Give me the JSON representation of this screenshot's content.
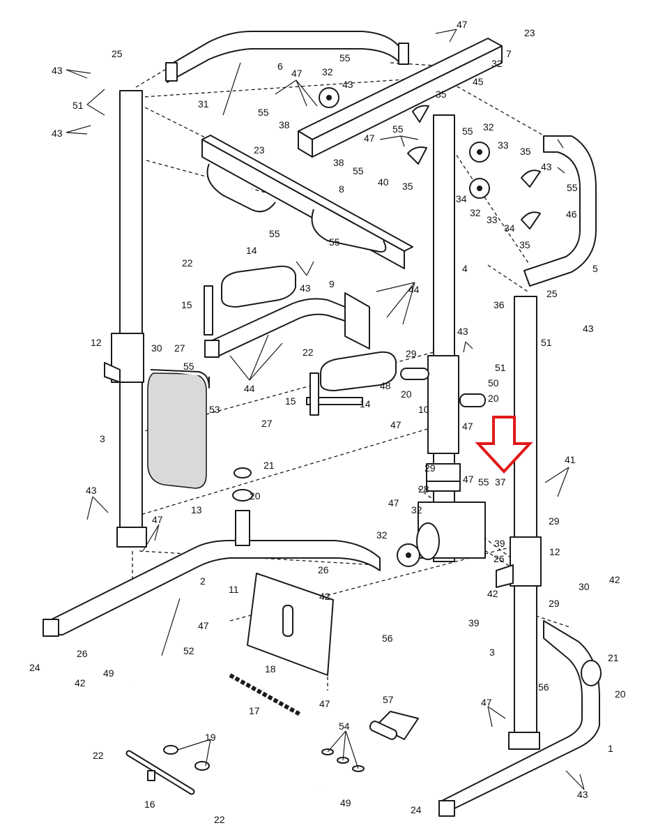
{
  "diagram": {
    "labels": [
      "1",
      "2",
      "3",
      "4",
      "5",
      "6",
      "7",
      "8",
      "9",
      "10",
      "11",
      "12",
      "13",
      "14",
      "15",
      "16",
      "17",
      "18",
      "19",
      "20",
      "21",
      "22",
      "23",
      "24",
      "25",
      "26",
      "27",
      "28",
      "29",
      "30",
      "31",
      "32",
      "33",
      "34",
      "35",
      "36",
      "37",
      "38",
      "39",
      "40",
      "41",
      "42",
      "43",
      "44",
      "45",
      "46",
      "47",
      "48",
      "49",
      "50",
      "51",
      "52",
      "53",
      "54",
      "55",
      "56",
      "57"
    ],
    "callouts": [
      {
        "text": "47"
      },
      {
        "text": "23"
      },
      {
        "text": "7"
      },
      {
        "text": "32"
      },
      {
        "text": "6"
      },
      {
        "text": "55"
      },
      {
        "text": "43"
      },
      {
        "text": "47"
      },
      {
        "text": "32"
      },
      {
        "text": "25"
      },
      {
        "text": "43"
      },
      {
        "text": "51"
      },
      {
        "text": "43"
      },
      {
        "text": "31"
      },
      {
        "text": "55"
      },
      {
        "text": "38"
      },
      {
        "text": "35"
      },
      {
        "text": "45"
      },
      {
        "text": "55"
      },
      {
        "text": "47"
      },
      {
        "text": "55"
      },
      {
        "text": "32"
      },
      {
        "text": "33"
      },
      {
        "text": "35"
      },
      {
        "text": "43"
      },
      {
        "text": "55"
      },
      {
        "text": "23"
      },
      {
        "text": "38"
      },
      {
        "text": "55"
      },
      {
        "text": "40"
      },
      {
        "text": "35"
      },
      {
        "text": "34"
      },
      {
        "text": "32"
      },
      {
        "text": "33"
      },
      {
        "text": "34"
      },
      {
        "text": "46"
      },
      {
        "text": "35"
      },
      {
        "text": "8"
      },
      {
        "text": "55"
      },
      {
        "text": "55"
      },
      {
        "text": "5"
      },
      {
        "text": "14"
      },
      {
        "text": "22"
      },
      {
        "text": "4"
      },
      {
        "text": "15"
      },
      {
        "text": "43"
      },
      {
        "text": "9"
      },
      {
        "text": "44"
      },
      {
        "text": "25"
      },
      {
        "text": "36"
      },
      {
        "text": "43"
      },
      {
        "text": "12"
      },
      {
        "text": "30"
      },
      {
        "text": "27"
      },
      {
        "text": "51"
      },
      {
        "text": "43"
      },
      {
        "text": "29"
      },
      {
        "text": "51"
      },
      {
        "text": "55"
      },
      {
        "text": "22"
      },
      {
        "text": "50"
      },
      {
        "text": "44"
      },
      {
        "text": "53"
      },
      {
        "text": "48"
      },
      {
        "text": "20"
      },
      {
        "text": "20"
      },
      {
        "text": "15"
      },
      {
        "text": "14"
      },
      {
        "text": "10"
      },
      {
        "text": "27"
      },
      {
        "text": "47"
      },
      {
        "text": "47"
      },
      {
        "text": "3"
      },
      {
        "text": "29"
      },
      {
        "text": "41"
      },
      {
        "text": "21"
      },
      {
        "text": "28"
      },
      {
        "text": "55"
      },
      {
        "text": "37"
      },
      {
        "text": "47"
      },
      {
        "text": "13"
      },
      {
        "text": "20"
      },
      {
        "text": "43"
      },
      {
        "text": "47"
      },
      {
        "text": "32"
      },
      {
        "text": "47"
      },
      {
        "text": "29"
      },
      {
        "text": "39"
      },
      {
        "text": "32"
      },
      {
        "text": "26"
      },
      {
        "text": "12"
      },
      {
        "text": "2"
      },
      {
        "text": "26"
      },
      {
        "text": "30"
      },
      {
        "text": "11"
      },
      {
        "text": "42"
      },
      {
        "text": "42"
      },
      {
        "text": "29"
      },
      {
        "text": "42"
      },
      {
        "text": "47"
      },
      {
        "text": "39"
      },
      {
        "text": "56"
      },
      {
        "text": "3"
      },
      {
        "text": "52"
      },
      {
        "text": "24"
      },
      {
        "text": "26"
      },
      {
        "text": "21"
      },
      {
        "text": "42"
      },
      {
        "text": "18"
      },
      {
        "text": "56"
      },
      {
        "text": "20"
      },
      {
        "text": "49"
      },
      {
        "text": "47"
      },
      {
        "text": "57"
      },
      {
        "text": "17"
      },
      {
        "text": "47"
      },
      {
        "text": "54"
      },
      {
        "text": "1"
      },
      {
        "text": "19"
      },
      {
        "text": "22"
      },
      {
        "text": "43"
      },
      {
        "text": "16"
      },
      {
        "text": "22"
      },
      {
        "text": "49"
      },
      {
        "text": "24"
      }
    ],
    "highlight_arrow_color": "#e01818",
    "line_color": "#1a1a1a"
  }
}
